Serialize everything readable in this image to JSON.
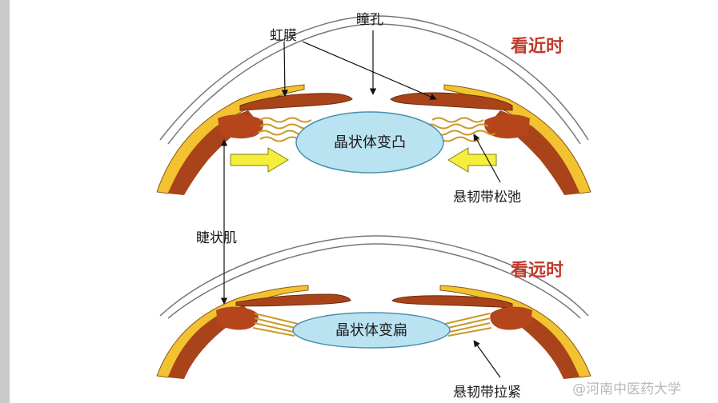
{
  "labels": {
    "iris": "虹膜",
    "pupil": "瞳孔",
    "ciliary_muscle": "睫状肌",
    "zonule_relaxed": "悬韧带松弛",
    "zonule_tense": "悬韧带拉紧"
  },
  "near": {
    "title": "看近时",
    "lens_text": "晶状体变凸"
  },
  "far": {
    "title": "看远时",
    "lens_text": "晶状体变扁"
  },
  "watermark": "@河南中医药大学",
  "colors": {
    "sclera": "#f2c230",
    "choroid": "#a9441a",
    "muscle": "#b5461c",
    "lens_fill": "#b9e3f1",
    "lens_stroke": "#4a8fb0",
    "arrow": "#f4ef3a",
    "title": "#c0392b"
  }
}
